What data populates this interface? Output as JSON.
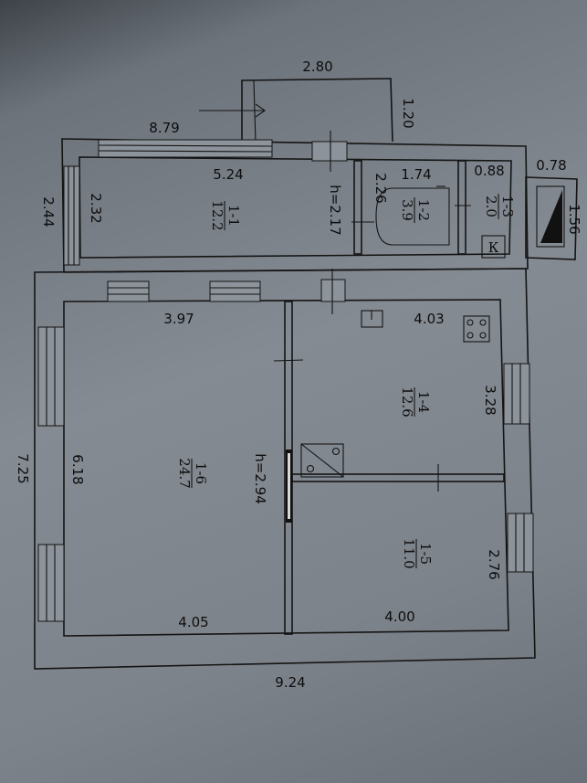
{
  "dimensions": {
    "top_total": "8.79",
    "porch_width": "2.80",
    "porch_depth": "1.20",
    "vestibule_length": "5.24",
    "vestibule_depth": "2.32",
    "outer_left_upper": "2.44",
    "bath_width": "1.74",
    "bath_depth": "2.26",
    "wc_width": "0.88",
    "annex_width": "0.78",
    "annex_depth": "1.56",
    "living_top": "3.97",
    "kitchen_top": "4.03",
    "kitchen_side": "3.28",
    "living_side": "6.18",
    "outer_left_lower": "7.25",
    "living_bottom": "4.05",
    "bedroom_bottom": "4.00",
    "bedroom_side": "2.76",
    "bottom_total": "9.24"
  },
  "heights": {
    "vestibule": "h=2.17",
    "main": "h=2.94"
  },
  "rooms": [
    {
      "id": "1-1",
      "area": "12.2"
    },
    {
      "id": "1-2",
      "area": "3.9"
    },
    {
      "id": "1-3",
      "area": "2.0"
    },
    {
      "id": "1-4",
      "area": "12.6"
    },
    {
      "id": "1-5",
      "area": "11.0"
    },
    {
      "id": "1-6",
      "area": "24.7"
    }
  ],
  "symbols": {
    "furnace": "К"
  }
}
